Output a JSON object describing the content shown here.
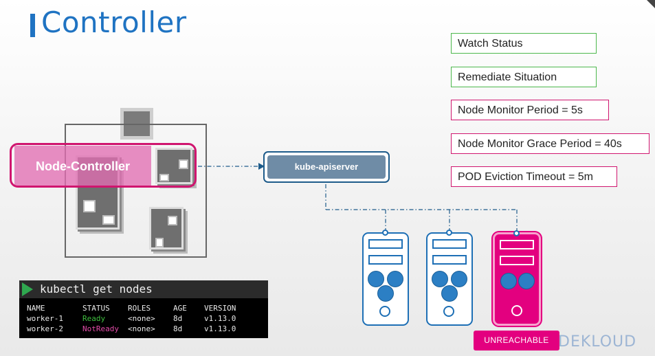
{
  "slide": {
    "title": "Controller"
  },
  "checks": {
    "watch": "Watch Status",
    "remediate": "Remediate Situation",
    "monitor_period": "Node Monitor Period = 5s",
    "grace_period": "Node Monitor Grace Period = 40s",
    "eviction": "POD Eviction Timeout = 5m"
  },
  "controller": {
    "label": "Node-Controller"
  },
  "api": {
    "label": "kube-apiserver"
  },
  "terminal": {
    "command": "kubectl get nodes",
    "headers": [
      "NAME",
      "STATUS",
      "ROLES",
      "AGE",
      "VERSION"
    ],
    "rows": [
      {
        "name": "worker-1",
        "status": "Ready",
        "roles": "<none>",
        "age": "8d",
        "version": "v1.13.0"
      },
      {
        "name": "worker-2",
        "status": "NotReady",
        "roles": "<none>",
        "age": "8d",
        "version": "v1.13.0"
      }
    ]
  },
  "nodes": {
    "unreachable_label": "UNREACHABLE"
  },
  "brand": {
    "text": "DEKLOUD"
  },
  "colors": {
    "accent_blue": "#1f73c2",
    "ready_green": "#3fbf3f",
    "notready_pink": "#e24ca8",
    "alert_magenta": "#e3007f"
  }
}
